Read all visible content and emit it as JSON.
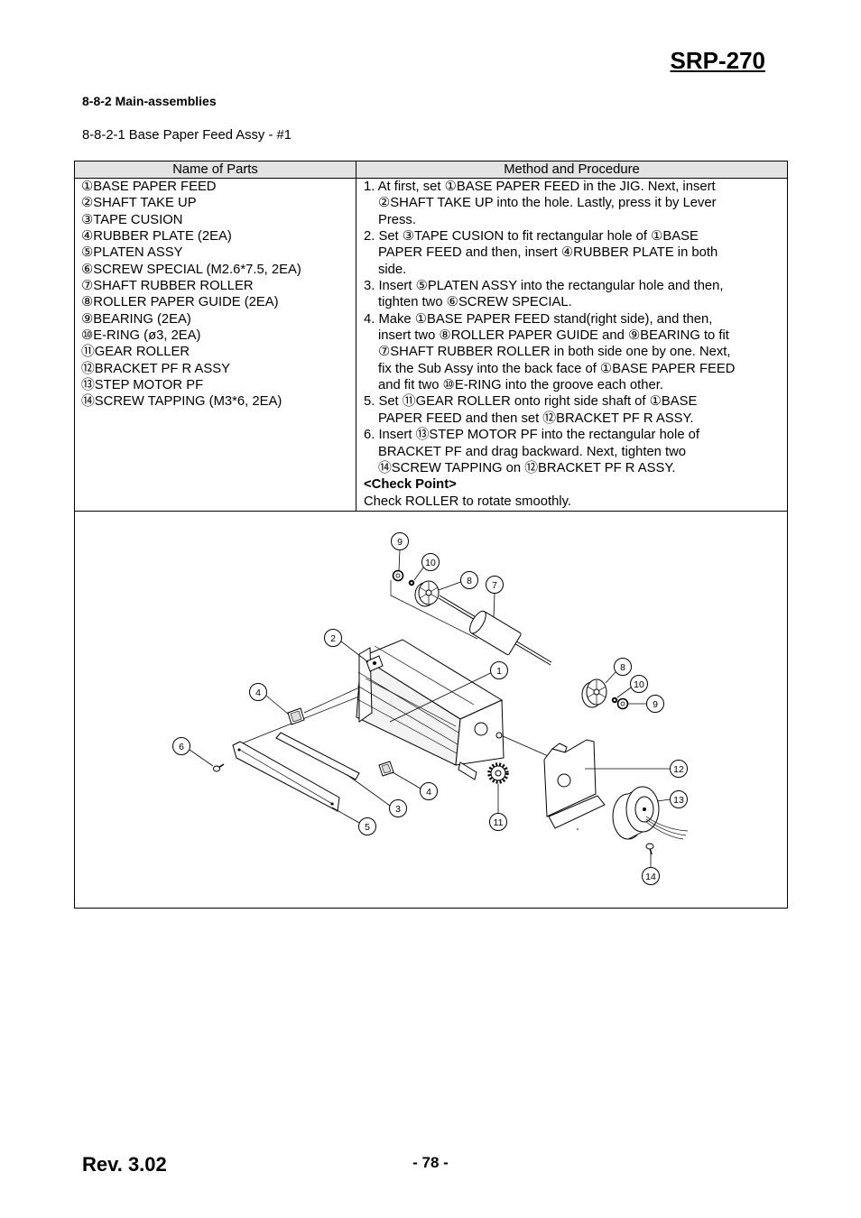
{
  "header": {
    "model": "SRP-270"
  },
  "section": {
    "title": "8-8-2 Main-assemblies",
    "subtitle": "8-8-2-1 Base Paper Feed Assy - #1"
  },
  "table": {
    "col_parts": "Name of Parts",
    "col_method": "Method and Procedure",
    "parts": [
      "①BASE PAPER FEED",
      "②SHAFT TAKE UP",
      "③TAPE CUSION",
      "④RUBBER PLATE (2EA)",
      "⑤PLATEN ASSY",
      "⑥SCREW SPECIAL (M2.6*7.5, 2EA)",
      "⑦SHAFT RUBBER ROLLER",
      "⑧ROLLER PAPER GUIDE (2EA)",
      "⑨BEARING (2EA)",
      "⑩E-RING (ø3, 2EA)",
      "⑪GEAR ROLLER",
      "⑫BRACKET PF R ASSY",
      "⑬STEP MOTOR PF",
      "⑭SCREW TAPPING (M3*6, 2EA)"
    ],
    "procedure": [
      {
        "lines": [
          "1. At first, set ①BASE PAPER FEED in the JIG. Next, insert",
          "②SHAFT TAKE UP into the hole. Lastly, press it by Lever",
          "Press."
        ]
      },
      {
        "lines": [
          "2. Set ③TAPE CUSION to fit rectangular hole of ①BASE",
          "PAPER FEED and then, insert ④RUBBER PLATE in both",
          "side."
        ]
      },
      {
        "lines": [
          "3. Insert ⑤PLATEN ASSY into the rectangular hole and then,",
          "tighten two ⑥SCREW SPECIAL."
        ]
      },
      {
        "lines": [
          "4. Make ①BASE PAPER FEED stand(right side), and then,",
          "insert two ⑧ROLLER PAPER GUIDE and ⑨BEARING to fit",
          "⑦SHAFT RUBBER ROLLER in both side one by one. Next,",
          "fix the Sub Assy into the back face of ①BASE PAPER FEED",
          "and fit two ⑩E-RING into the groove each other."
        ]
      },
      {
        "lines": [
          "5. Set ⑪GEAR ROLLER onto right side shaft of ①BASE",
          "PAPER FEED and then set ⑫BRACKET PF R ASSY."
        ]
      },
      {
        "lines": [
          "6. Insert ⑬STEP MOTOR PF into the rectangular hole of",
          "BRACKET PF and drag backward. Next, tighten two",
          "⑭SCREW TAPPING on ⑫BRACKET PF R ASSY."
        ]
      }
    ],
    "check_point": {
      "label": "<Check Point>",
      "text": "Check ROLLER to rotate smoothly."
    }
  },
  "diagram": {
    "callouts": [
      "9",
      "10",
      "8",
      "7",
      "2",
      "1",
      "8",
      "10",
      "9",
      "4",
      "6",
      "4",
      "3",
      "5",
      "11",
      "12",
      "13",
      "14"
    ]
  },
  "footer": {
    "revision": "Rev. 3.02",
    "page": "- 78 -"
  }
}
